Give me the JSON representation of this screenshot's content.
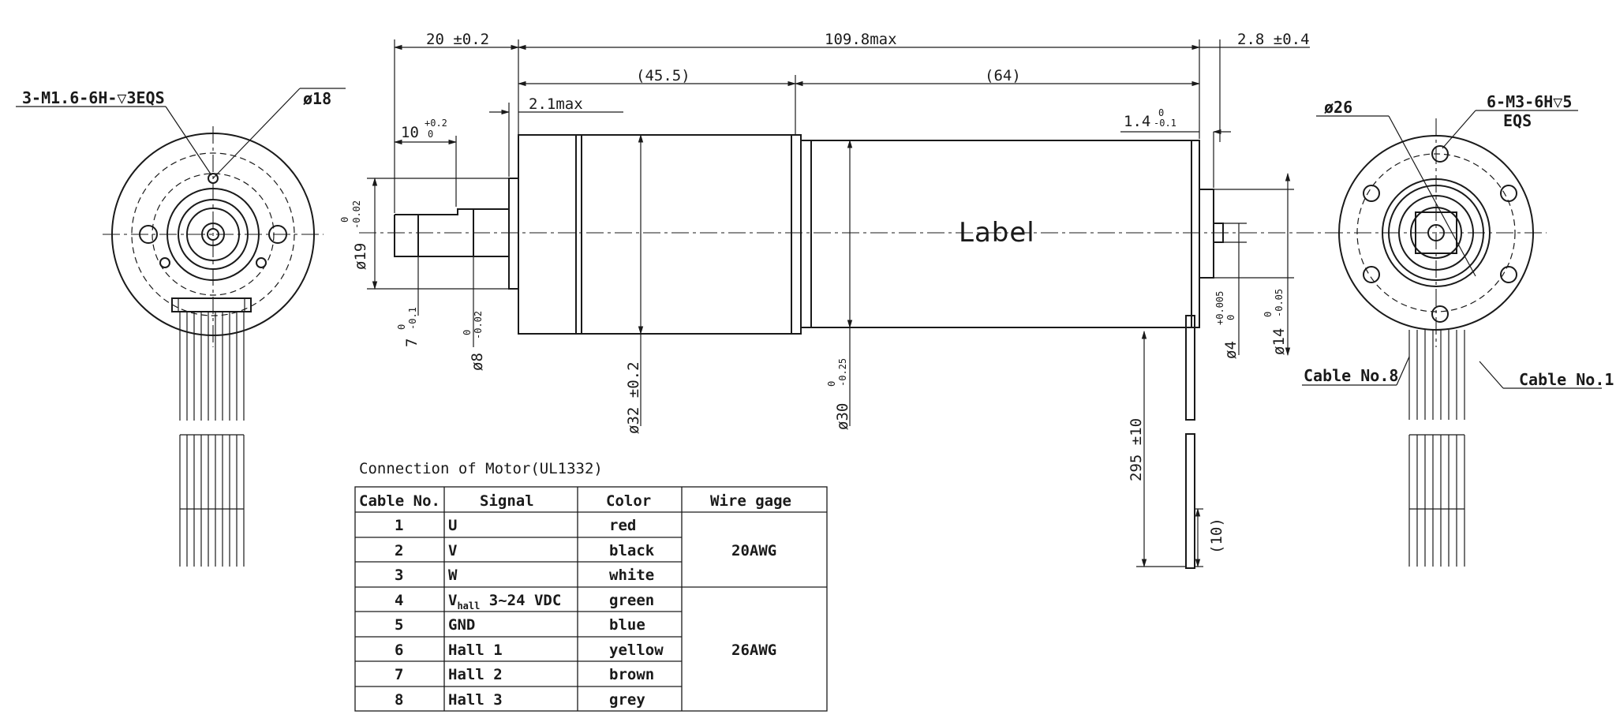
{
  "dimensions": {
    "shaft_length": "20 ±0.2",
    "overall_length": "109.8max",
    "end_protrusion": "2.8 ±0.4",
    "gearbox_length": "(45.5)",
    "motor_length": "(64)",
    "flange_gap": "2.1max",
    "shaft_flat": "10",
    "shaft_flat_tol_upper": "+0.2",
    "shaft_flat_tol_lower": "0",
    "rear_shaft_step": "1.4",
    "rear_shaft_step_tol_upper": "0",
    "rear_shaft_step_tol_lower": "-0.1",
    "pilot_dia": "ø19",
    "pilot_dia_tol_upper": "0",
    "pilot_dia_tol_lower": "-0.02",
    "shaft_flat_depth": "7",
    "shaft_flat_depth_tol_upper": "0",
    "shaft_flat_depth_tol_lower": "-0.1",
    "shaft_dia": "ø8",
    "shaft_dia_tol_upper": "0",
    "shaft_dia_tol_lower": "-0.02",
    "gearbox_dia": "ø32 ±0.2",
    "motor_dia": "ø30",
    "motor_dia_tol_upper": "0",
    "motor_dia_tol_lower": "-0.25",
    "cable_length": "295 ±10",
    "cable_strip": "(10)",
    "rear_shaft_dia": "ø4",
    "rear_shaft_dia_tol_upper": "+0.005",
    "rear_shaft_dia_tol_lower": "0",
    "rear_boss_dia": "ø14",
    "rear_boss_dia_tol_upper": "0",
    "rear_boss_dia_tol_lower": "-0.05"
  },
  "front_view": {
    "hole_callout": "3-M1.6-6H-▽3EQS",
    "pcd": "ø18"
  },
  "rear_view": {
    "pcd": "ø26",
    "hole_callout": "6-M3-6H▽5",
    "hole_callout_2": "EQS",
    "cable_left": "Cable No.8",
    "cable_right": "Cable No.1"
  },
  "motor_label": "Label",
  "connection_table": {
    "title": "Connection of Motor(UL1332)",
    "headers": [
      "Cable No.",
      "Signal",
      "Color",
      "Wire gage"
    ],
    "rows": [
      {
        "no": "1",
        "signal": "U",
        "color": "red"
      },
      {
        "no": "2",
        "signal": "V",
        "color": "black"
      },
      {
        "no": "3",
        "signal": "W",
        "color": "white"
      },
      {
        "no": "4",
        "signal": "V",
        "signal_sub": "hall",
        "signal_suffix": " 3~24 VDC",
        "color": "green"
      },
      {
        "no": "5",
        "signal": "GND",
        "color": "blue"
      },
      {
        "no": "6",
        "signal": "Hall 1",
        "color": "yellow"
      },
      {
        "no": "7",
        "signal": "Hall 2",
        "color": "brown"
      },
      {
        "no": "8",
        "signal": "Hall 3",
        "color": "grey"
      }
    ],
    "wire_gage_groups": [
      "20AWG",
      "26AWG"
    ]
  }
}
